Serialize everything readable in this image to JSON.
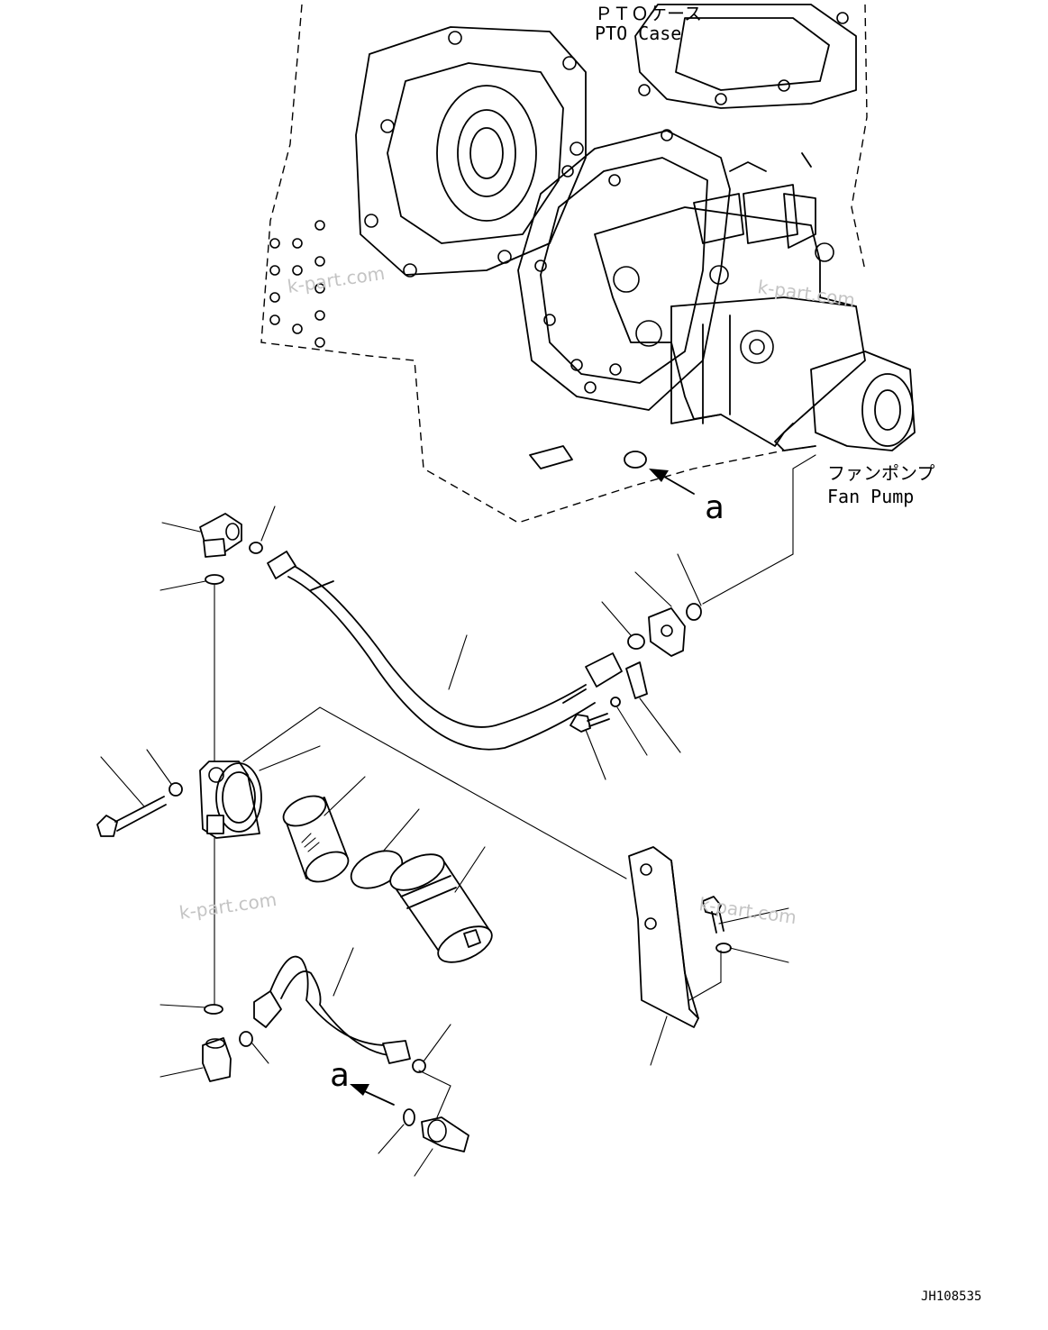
{
  "labels": {
    "pto_case_jp": "ＰＴＯケース",
    "pto_case_en": "PTO Case",
    "fan_pump_jp": "ファンポンプ",
    "fan_pump_en": "Fan Pump",
    "view_a_top": "a",
    "view_a_bottom": "a",
    "drawing_number": "JH108535"
  },
  "watermarks": [
    "k-part.com",
    "k-part.com",
    "k-part.com"
  ]
}
